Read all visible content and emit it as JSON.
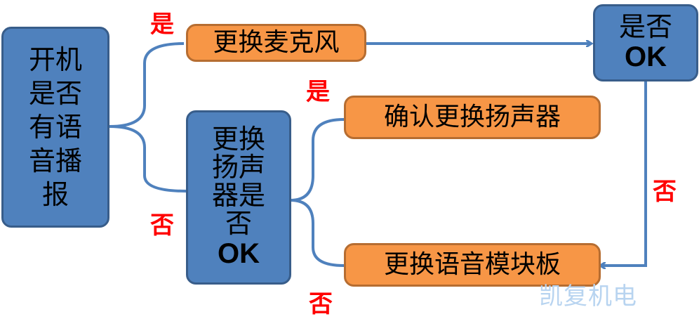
{
  "nodes": {
    "start": {
      "text": "开机\n是否\n有语\n音播\n报"
    },
    "mic": {
      "text": "更换麦克风"
    },
    "mic_check": {
      "text": "是否",
      "ok": "OK"
    },
    "speaker_check": {
      "text": "更换\n扬声\n器是\n否",
      "ok": "OK"
    },
    "confirm_speaker": {
      "text": "确认更换扬声器"
    },
    "module": {
      "text": "更换语音模块板"
    }
  },
  "edges": {
    "start_yes": "是",
    "start_no": "否",
    "speaker_yes": "是",
    "speaker_no": "否",
    "mic_no": "否"
  },
  "colors": {
    "decision_fill": "#4f81bd",
    "decision_border": "#385d8a",
    "action_fill": "#f79646",
    "action_border": "#b66d31",
    "connector": "#4f81bd",
    "edge_label": "#ff0000"
  },
  "watermark": "凯复机电"
}
